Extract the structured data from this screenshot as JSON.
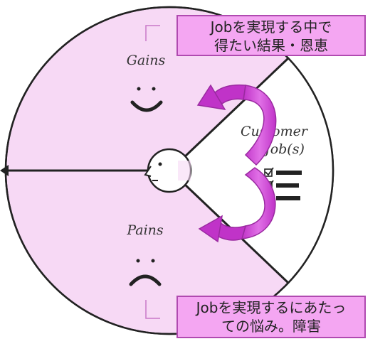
{
  "profile": {
    "gains_label": "Gains",
    "pains_label": "Pains",
    "job_label_line1": "Customer",
    "job_label_line2": "Job(s)"
  },
  "callouts": {
    "gains": {
      "line1": "Jobを実現する中で",
      "line2": "得たい結果・恩恵"
    },
    "pains": {
      "line1": "Jobを実現するにあたっ",
      "line2": "ての悩み。障害"
    }
  },
  "colors": {
    "profile_fill": "#f7d9f5",
    "callout_fill": "#f4a6f2",
    "arrow": "#c033c8",
    "outline": "#222222"
  }
}
